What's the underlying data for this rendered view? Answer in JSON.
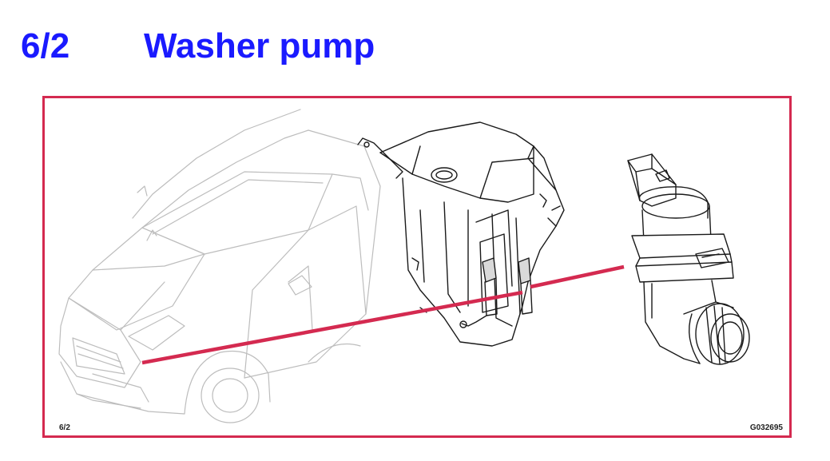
{
  "heading": {
    "number": "6/2",
    "title": "Washer pump"
  },
  "figure": {
    "ref_label": "6/2",
    "code": "G032695",
    "callout_color": "#d42a50",
    "frame_color": "#d42a50",
    "heading_color": "#1a1aff",
    "icons": [
      "car-illustration",
      "washer-reservoir-illustration",
      "washer-pump-illustration"
    ]
  }
}
